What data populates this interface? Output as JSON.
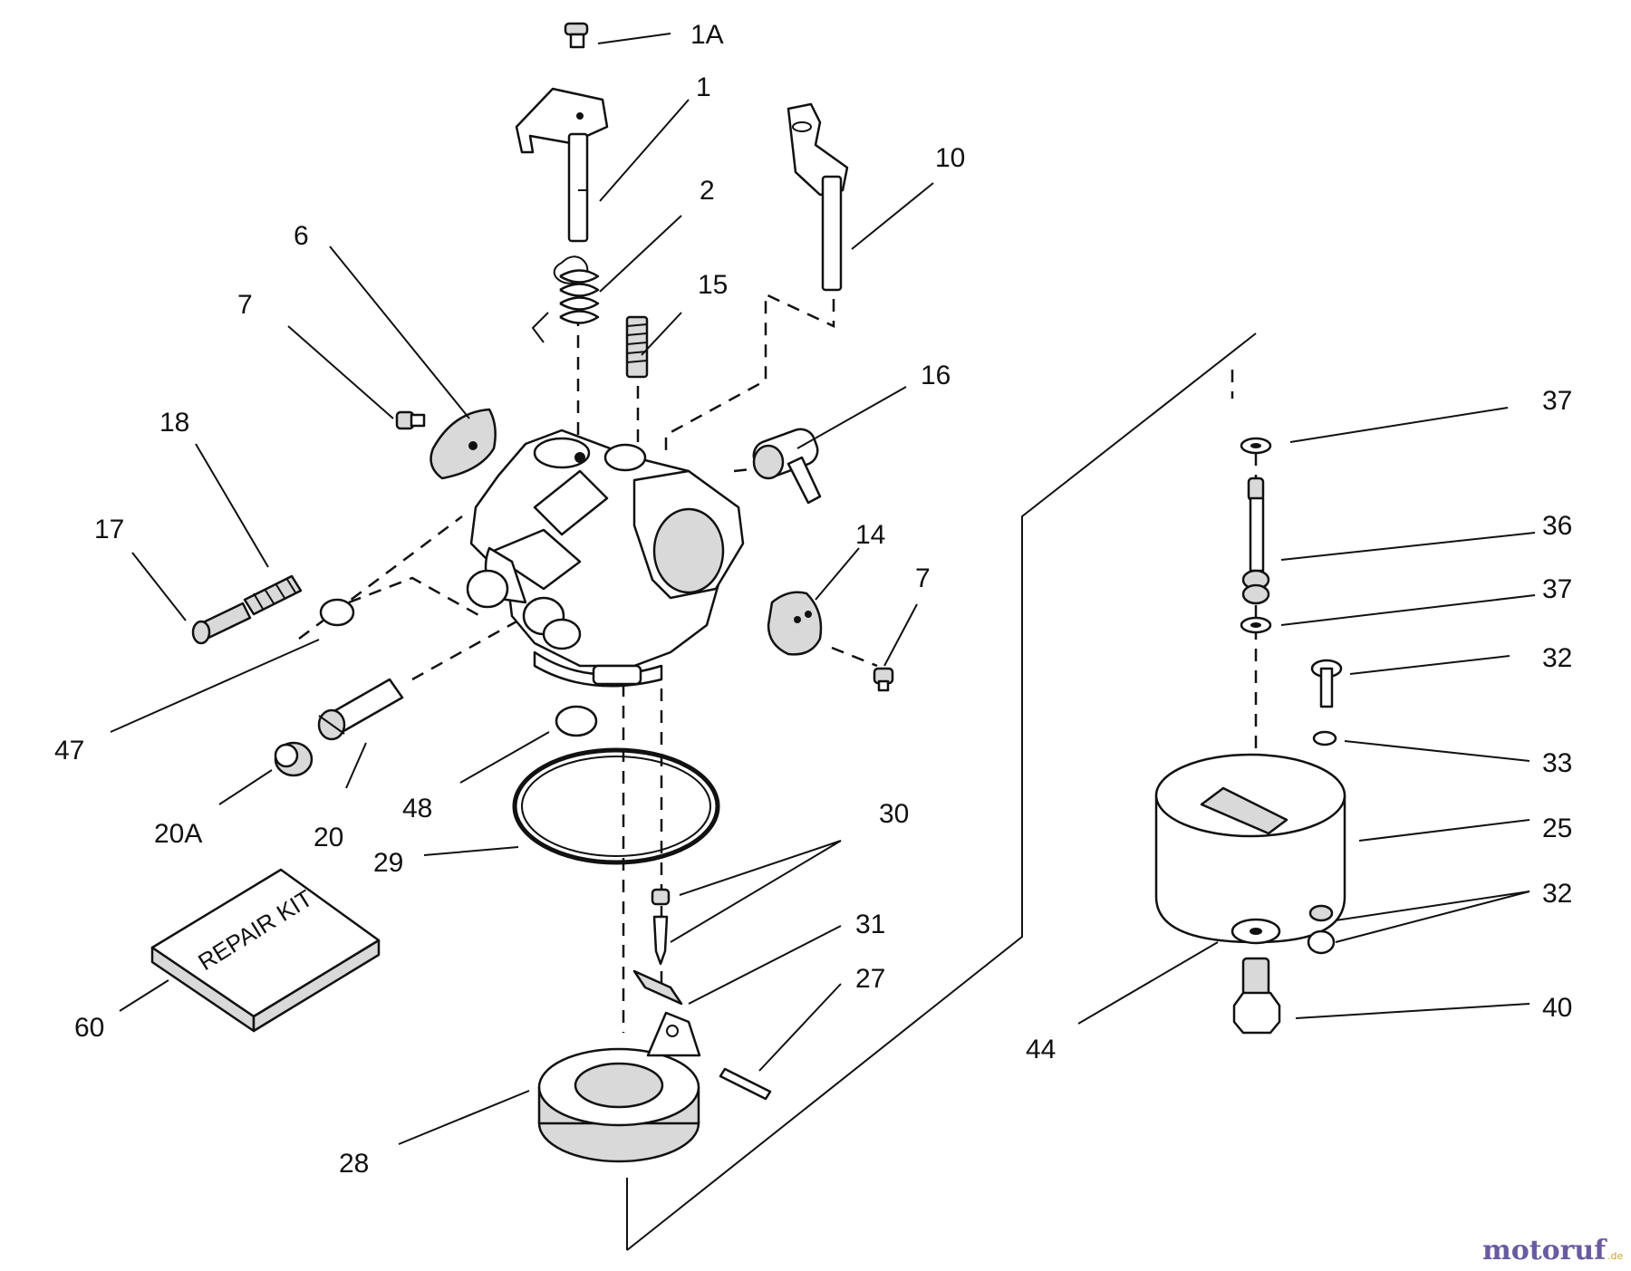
{
  "callouts": [
    "1A",
    "1",
    "2",
    "10",
    "6",
    "15",
    "7",
    "16",
    "18",
    "17",
    "14",
    "7",
    "47",
    "48",
    "20A",
    "20",
    "29",
    "30",
    "60",
    "31",
    "27",
    "28",
    "37",
    "36",
    "37",
    "32",
    "33",
    "25",
    "32",
    "40",
    "44"
  ],
  "kit_text": "REPAIR KIT",
  "brand": {
    "name": "motoruf",
    "suffix": ".de"
  }
}
